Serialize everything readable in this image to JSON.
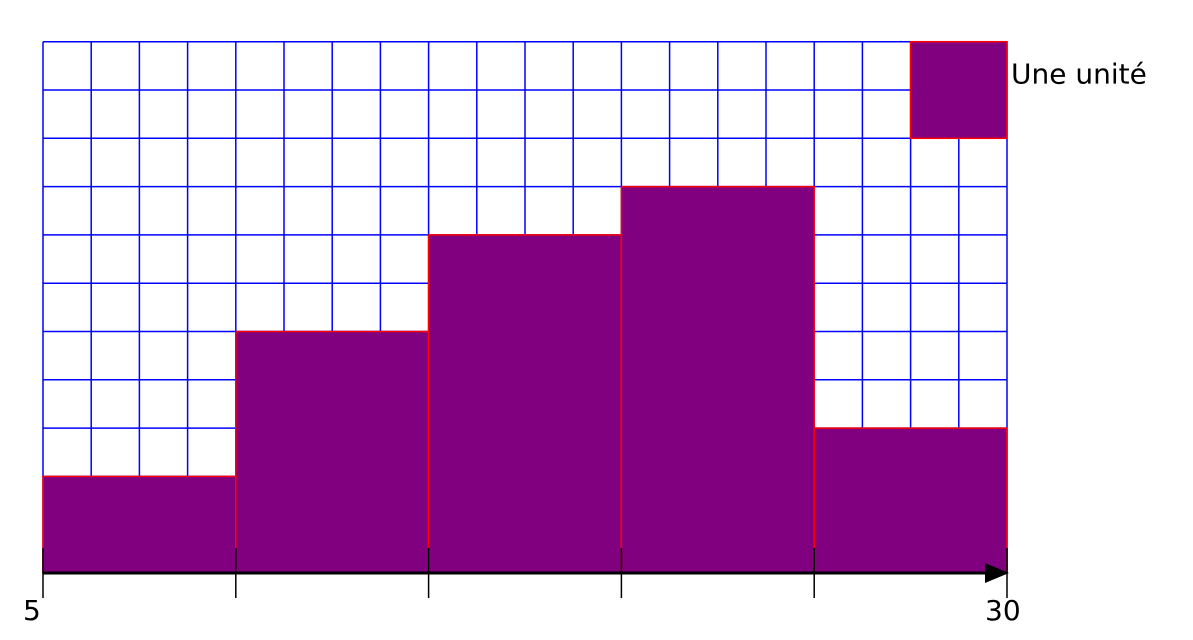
{
  "chart_data": {
    "type": "bar",
    "subtype": "histogram",
    "bins": [
      {
        "from": 5,
        "to": 10,
        "height": 2
      },
      {
        "from": 10,
        "to": 15,
        "height": 5
      },
      {
        "from": 15,
        "to": 20,
        "height": 7
      },
      {
        "from": 20,
        "to": 25,
        "height": 8
      },
      {
        "from": 25,
        "to": 30,
        "height": 3
      }
    ],
    "xlim": [
      5,
      30
    ],
    "ylim": [
      0,
      11
    ],
    "x_tick_labels": [
      "5",
      "30"
    ],
    "grid": true,
    "legend": {
      "label": "Une unité",
      "area": 1,
      "placement": "top-right"
    },
    "colors": {
      "bar_fill": "#800080",
      "bar_stroke": "#ff0000",
      "grid": "#0000ff",
      "axis": "#000000"
    }
  }
}
